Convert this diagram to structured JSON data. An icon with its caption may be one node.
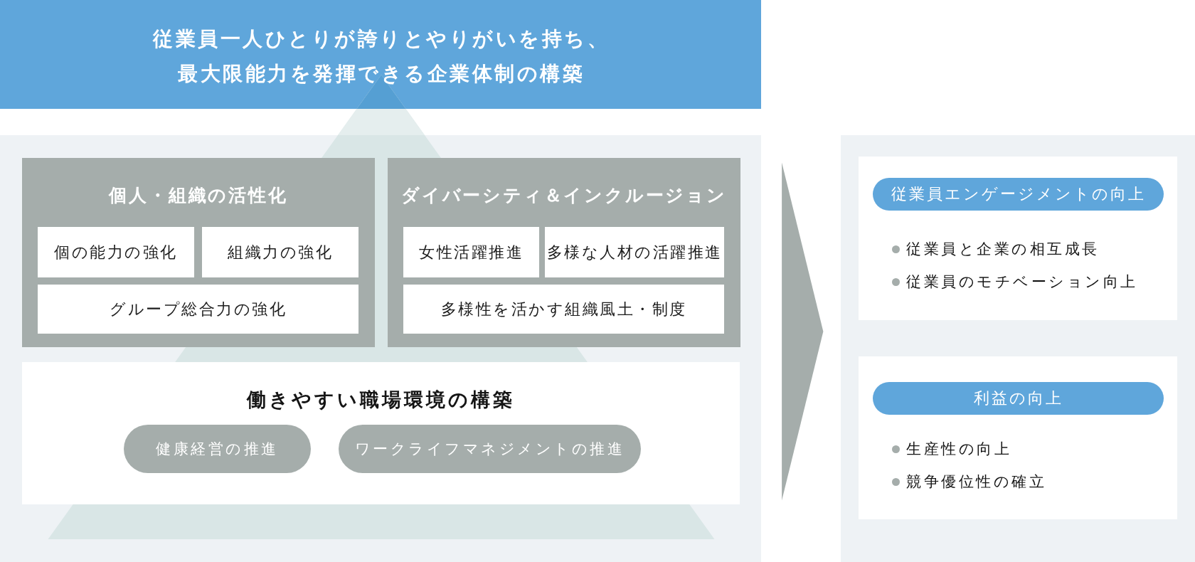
{
  "diagram": {
    "nodes": [
      {
        "text": [
          "従業員一人ひとりが誇りとやりがいを持ち、最大限能力を発揮できる企業体制の構築"
        ]
      },
      {
        "text": [],
        "shape": "box"
      },
      {
        "text": [
          "個人・組織の活性化"
        ],
        "in": 1
      },
      {
        "text": [
          "個の能力の強化"
        ],
        "in": 2
      },
      {
        "text": [
          "組織力の強化"
        ],
        "in": 2
      },
      {
        "text": [
          "グループ総合力の強化"
        ],
        "in": 2
      },
      {
        "text": [
          "ダイバーシティ＆インクルージョン"
        ],
        "in": 1
      },
      {
        "text": [
          "女性活躍推進"
        ],
        "in": 6
      },
      {
        "text": [
          "多様な人材の活躍推進"
        ],
        "in": 6
      },
      {
        "text": [
          "多様性を活かす組織風土・制度"
        ],
        "in": 6
      },
      {
        "text": [
          "働きやすい職場環境の構築"
        ],
        "in": 1
      },
      {
        "text": [
          "健康経営の推進"
        ],
        "in": 10
      },
      {
        "text": [
          "ワークライフマネジメントの推進"
        ],
        "in": 10
      },
      {
        "text": [],
        "shape": "box"
      },
      {
        "text": [
          "従業員と企業の相互成長",
          "従業員のモチベーション向上"
        ],
        "in": 13
      },
      {
        "text": [
          "従業員エンゲージメントの向上"
        ],
        "in": 14
      },
      {
        "text": [
          "生産性の向上",
          "競争優位性の確立"
        ],
        "in": 13
      },
      {
        "text": [
          "利益の向上"
        ],
        "in": 16
      }
    ],
    "edges": [
      {
        "from": 1,
        "to": 13,
        "arrow": "to"
      }
    ]
  }
}
